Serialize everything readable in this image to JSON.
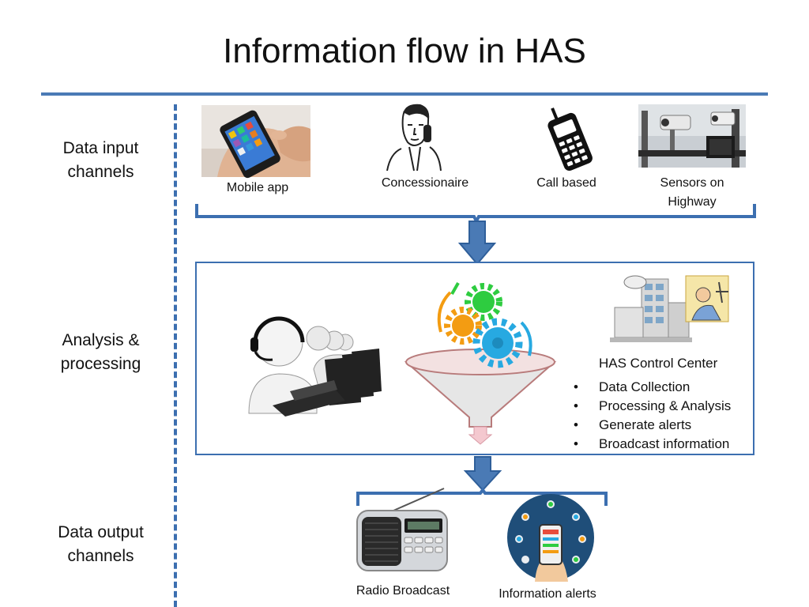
{
  "title": "Information flow in HAS",
  "sections": {
    "input": [
      "Data input",
      "channels"
    ],
    "processing": [
      "Analysis &",
      "processing"
    ],
    "output": [
      "Data output",
      "channels"
    ]
  },
  "inputs": {
    "mobile": "Mobile app",
    "concessionaire": "Concessionaire",
    "call": "Call based",
    "sensors": [
      "Sensors on",
      "Highway"
    ]
  },
  "control_center": {
    "label": "HAS Control Center",
    "functions": [
      "Data Collection",
      "Processing & Analysis",
      "Generate alerts",
      "Broadcast information"
    ]
  },
  "outputs": {
    "radio": "Radio Broadcast",
    "alerts": "Information alerts"
  },
  "colors": {
    "accent": "#3c6fb0",
    "arrow": "#4a7ab5",
    "gear_green": "#2ecc40",
    "gear_orange": "#f39c12",
    "gear_blue": "#27a9e1"
  }
}
